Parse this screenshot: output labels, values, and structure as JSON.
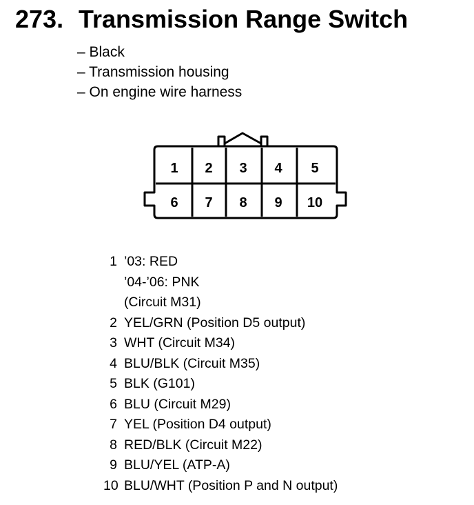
{
  "title": {
    "number": "273.",
    "text": "Transmission Range Switch"
  },
  "notes": [
    "– Black",
    "– Transmission housing",
    "– On engine wire harness"
  ],
  "connector": {
    "top_row": [
      "1",
      "2",
      "3",
      "4",
      "5"
    ],
    "bottom_row": [
      "6",
      "7",
      "8",
      "9",
      "10"
    ]
  },
  "pins": [
    {
      "num": "1",
      "lines": [
        "’03: RED",
        "’04-’06: PNK",
        "(Circuit M31)"
      ]
    },
    {
      "num": "2",
      "lines": [
        "YEL/GRN (Position D5 output)"
      ]
    },
    {
      "num": "3",
      "lines": [
        "WHT (Circuit M34)"
      ]
    },
    {
      "num": "4",
      "lines": [
        "BLU/BLK (Circuit M35)"
      ]
    },
    {
      "num": "5",
      "lines": [
        "BLK (G101)"
      ]
    },
    {
      "num": "6",
      "lines": [
        "BLU (Circuit M29)"
      ]
    },
    {
      "num": "7",
      "lines": [
        "YEL (Position D4 output)"
      ]
    },
    {
      "num": "8",
      "lines": [
        "RED/BLK (Circuit M22)"
      ]
    },
    {
      "num": "9",
      "lines": [
        "BLU/YEL (ATP-A)"
      ]
    },
    {
      "num": "10",
      "lines": [
        "BLU/WHT (Position P and N output)"
      ]
    }
  ]
}
